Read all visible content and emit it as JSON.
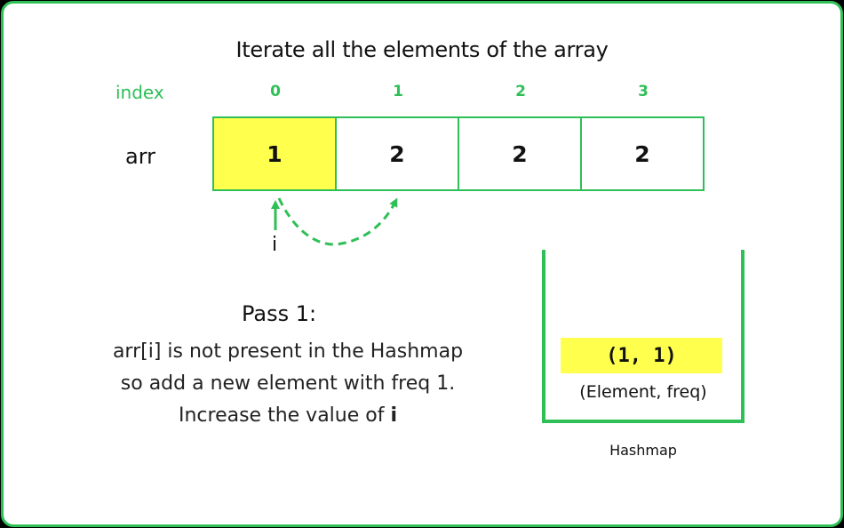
{
  "title": "Iterate all the elements of the array",
  "index_label": "index",
  "indices": [
    "0",
    "1",
    "2",
    "3"
  ],
  "array_label": "arr",
  "array_values": [
    "1",
    "2",
    "2",
    "2"
  ],
  "active_index": 0,
  "pointer_label": "i",
  "pass": {
    "title": "Pass 1:",
    "line1": "arr[i] is not present in the Hashmap",
    "line2": "so add a new element with freq 1.",
    "line3_prefix": "Increase the value of ",
    "line3_var": "i"
  },
  "hashmap": {
    "entry": "(1, 1)",
    "caption": "(Element, freq)",
    "label": "Hashmap"
  },
  "colors": {
    "accent_green": "#2fbf57",
    "highlight_yellow": "#ffff4d"
  }
}
